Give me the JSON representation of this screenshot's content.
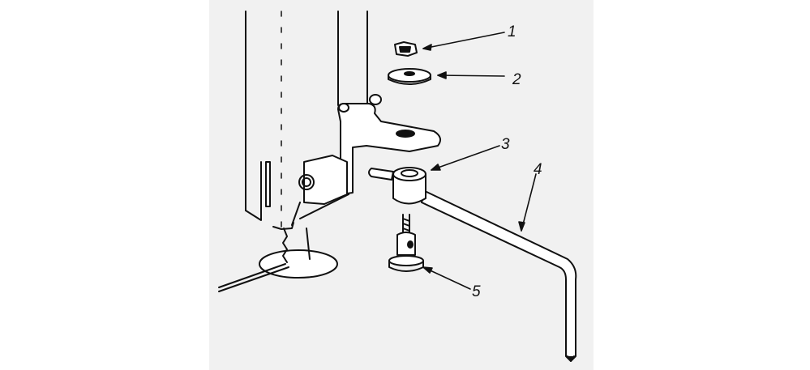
{
  "diagram": {
    "callouts": [
      {
        "number": "1",
        "part": "nut"
      },
      {
        "number": "2",
        "part": "washer"
      },
      {
        "number": "3",
        "part": "clamp"
      },
      {
        "number": "4",
        "part": "rod"
      },
      {
        "number": "5",
        "part": "screw"
      }
    ],
    "colors": {
      "line": "#111111",
      "background": "#f1f1f1"
    }
  }
}
